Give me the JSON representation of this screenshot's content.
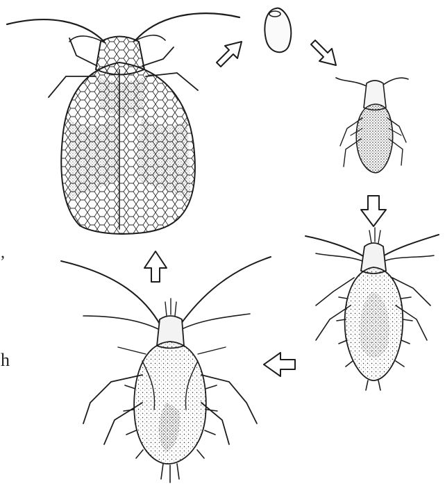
{
  "diagram": {
    "stages": [
      {
        "id": "egg",
        "name": "egg-illustration"
      },
      {
        "id": "nymph1",
        "name": "nymph-first-instar-illustration"
      },
      {
        "id": "nymph2",
        "name": "nymph-late-instar-illustration"
      },
      {
        "id": "nymph3",
        "name": "nymph-final-instar-illustration"
      },
      {
        "id": "adult",
        "name": "adult-lace-bug-illustration"
      }
    ],
    "cycle_order": [
      "adult",
      "egg",
      "nymph1",
      "nymph2",
      "nymph3",
      "adult"
    ]
  },
  "edge_text": {
    "comma": ",",
    "letter_h": "h"
  },
  "colors": {
    "ink": "#1c1c1c",
    "stipple": "#3a3a3a",
    "paper": "#ffffff"
  }
}
